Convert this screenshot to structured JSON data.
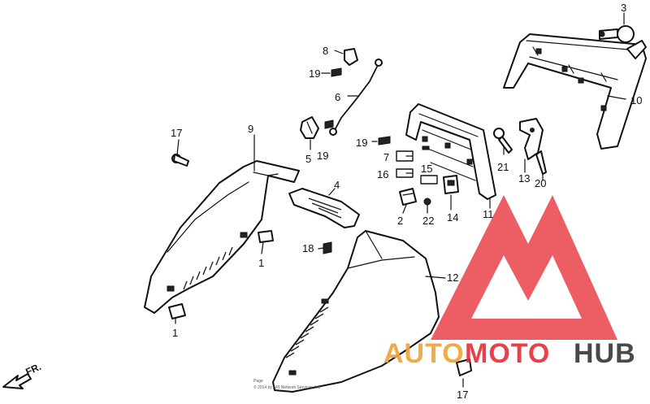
{
  "labels": {
    "l1a": "1",
    "l1b": "1",
    "l2": "2",
    "l3": "3",
    "l4": "4",
    "l5": "5",
    "l6": "6",
    "l7": "7",
    "l8": "8",
    "l9": "9",
    "l10": "10",
    "l11": "11",
    "l12": "12",
    "l13": "13",
    "l14": "14",
    "l15": "15",
    "l16": "16",
    "l17a": "17",
    "l17b": "17",
    "l18": "18",
    "l19a": "19",
    "l19b": "19",
    "l19c": "19",
    "l20": "20",
    "l21": "21",
    "l22": "22"
  },
  "direction_label": "FR.",
  "copyright_line1": "Page",
  "copyright_line2": "© 2014 by ARI Network Services, Inc.",
  "watermark": {
    "part1": "AUTO",
    "part2": "MOTO",
    "part3": "HUB",
    "color_primary": "#e8303a",
    "color_secondary": "#f0a437",
    "color_dark": "#3a3a3a"
  }
}
